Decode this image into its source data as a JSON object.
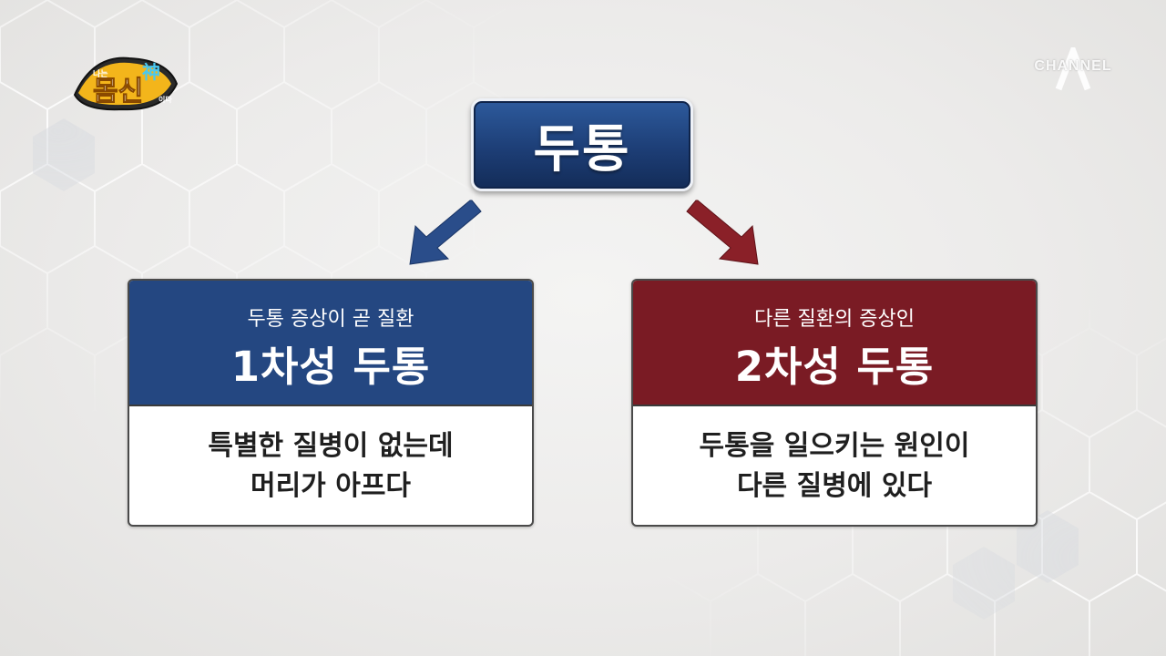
{
  "logo": {
    "small_top": "나는",
    "main": "몸신",
    "hanja": "神",
    "small_bottom": "이다"
  },
  "channel": {
    "label": "CHANNEL"
  },
  "diagram": {
    "title": "두통",
    "left": {
      "subtitle": "두통 증상이 곧 질환",
      "heading": "1차성 두통",
      "body_line1": "특별한 질병이 없는데",
      "body_line2": "머리가 아프다",
      "header_color": "#244781"
    },
    "right": {
      "subtitle": "다른 질환의 증상인",
      "heading": "2차성 두통",
      "body_line1": "두통을 일으키는 원인이",
      "body_line2": "다른 질병에 있다",
      "header_color": "#7a1b24"
    }
  }
}
